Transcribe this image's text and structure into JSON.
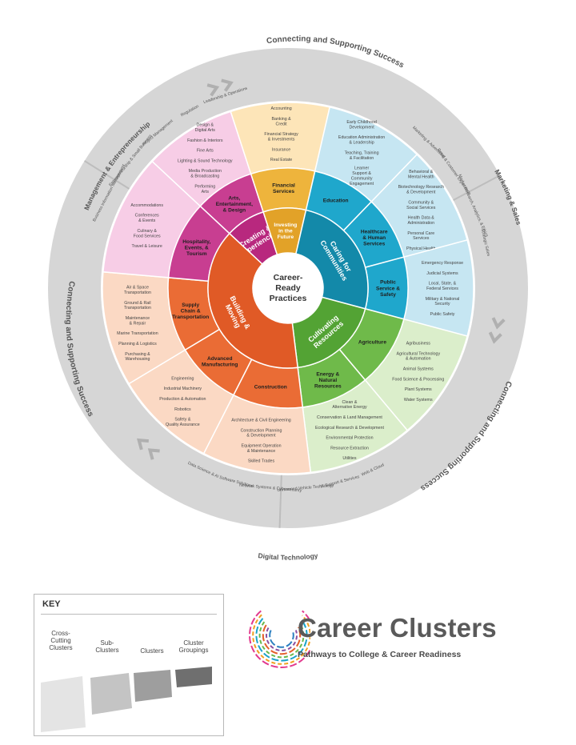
{
  "center": {
    "lines": [
      "Career-",
      "Ready",
      "Practices"
    ]
  },
  "cross_cutting": {
    "top": "Connecting and Supporting Success",
    "left": "Connecting and Supporting Success",
    "bottom_right": "Connecting and Supporting Success",
    "management": {
      "title": "Management & Entrepreneurship",
      "items": [
        "Business Information Management",
        "Entrepreneurship & Small Business",
        "Project Management",
        "Regulation",
        "Leadership & Operations"
      ]
    },
    "marketing": {
      "title": "Marketing & Sales",
      "items": [
        "Marketing & Advertising",
        "Retail & Customer Experience",
        "Market Research, Analytics, & Ethics",
        "Strategic Sales"
      ]
    },
    "digital": {
      "title": "Digital Technology",
      "items": [
        "Data Science & AI",
        "Software Solutions",
        "Network Systems & Cybersecurity",
        "Unmanned Vehicle Technology",
        "IT Support & Services",
        "Web & Cloud"
      ]
    }
  },
  "groupings": [
    {
      "id": "creating",
      "lines": [
        "Creating &",
        "Experiencing"
      ],
      "color": "#b8287e"
    },
    {
      "id": "investing",
      "lines": [
        "Investing",
        "in the",
        "Future"
      ],
      "color": "#e2a228"
    },
    {
      "id": "caring",
      "lines": [
        "Caring for",
        "Communities"
      ],
      "color": "#1389a9"
    },
    {
      "id": "cultivating",
      "lines": [
        "Cultivating",
        "Resources"
      ],
      "color": "#53a334"
    },
    {
      "id": "building",
      "lines": [
        "Building &",
        "Moving"
      ],
      "color": "#e05a26"
    }
  ],
  "clusters": [
    {
      "lines": [
        "Arts,",
        "Entertainment,",
        "& Design"
      ],
      "color": "#c83e91"
    },
    {
      "lines": [
        "Financial",
        "Services"
      ],
      "color": "#eeb43c"
    },
    {
      "lines": [
        "Education"
      ],
      "color": "#1fa7cc"
    },
    {
      "lines": [
        "Healthcare",
        "& Human",
        "Services"
      ],
      "color": "#1fa7cc"
    },
    {
      "lines": [
        "Public",
        "Service &",
        "Safety"
      ],
      "color": "#1fa7cc"
    },
    {
      "lines": [
        "Agriculture"
      ],
      "color": "#6fba4a"
    },
    {
      "lines": [
        "Energy &",
        "Natural",
        "Resources"
      ],
      "color": "#6fba4a"
    },
    {
      "lines": [
        "Construction"
      ],
      "color": "#ea6c35"
    },
    {
      "lines": [
        "Advanced",
        "Manufacturing"
      ],
      "color": "#ea6c35"
    },
    {
      "lines": [
        "Supply",
        "Chain &",
        "Transportation"
      ],
      "color": "#ea6c35"
    },
    {
      "lines": [
        "Hospitality,",
        "Events, &",
        "Tourism"
      ],
      "color": "#c83e91"
    }
  ],
  "subclusters": [
    {
      "color": "#f7cde6",
      "items": [
        "Design &|Digital Arts",
        "Fashion & Interiors",
        "Fine Arts",
        "Lighting & Sound Technology",
        "Media Production|& Broadcasting",
        "Performing|Arts"
      ]
    },
    {
      "color": "#fde5b8",
      "items": [
        "Accounting",
        "Banking &|Credit",
        "Financial Strategy|& Investments",
        "Insurance",
        "Real Estate"
      ]
    },
    {
      "color": "#c6e6f2",
      "items": [
        "Early Childhood|Development",
        "Education Administration|& Leadership",
        "Teaching, Training|& Facilitation",
        "Learner|Support &|Community|Engagement"
      ]
    },
    {
      "color": "#c6e6f2",
      "items": [
        "Behavioral &|Mental Health",
        "Biotechnology Research|& Development",
        "Community &|Social Services",
        "Health Data &|Administration",
        "Personal Care|Services",
        "Physical Health"
      ]
    },
    {
      "color": "#c6e6f2",
      "items": [
        "Emergency Response",
        "Judicial Systems",
        "Local, State, &|Federal Services",
        "Military & National|Security",
        "Public Safety"
      ]
    },
    {
      "color": "#dbeecb",
      "items": [
        "Agribusiness",
        "Agricultural Technology|& Automation",
        "Animal Systems",
        "Food Science & Processing",
        "Plant Systems",
        "Water Systems"
      ]
    },
    {
      "color": "#dbeecb",
      "items": [
        "Clean &|Alternative Energy",
        "Conservation & Land Management",
        "Ecological Research & Development",
        "Environmental Protection",
        "Resource Extraction",
        "Utilities"
      ]
    },
    {
      "color": "#fbd9c4",
      "items": [
        "Architecture & Civil Engineering",
        "Construction Planning|& Development",
        "Equipment Operation|& Maintenance",
        "Skilled Trades"
      ]
    },
    {
      "color": "#fbd9c4",
      "items": [
        "Engineering",
        "Industrial Machinery",
        "Production & Automation",
        "Robotics",
        "Safety &|Quality Assurance"
      ]
    },
    {
      "color": "#fbd9c4",
      "items": [
        "Air & Space|Transportation",
        "Ground & Rail|Transportation",
        "Maintenance|& Repair",
        "Marine Transportation",
        "Planning & Logistics",
        "Purchasing &|Warehousing"
      ]
    },
    {
      "color": "#f7cde6",
      "items": [
        "Accommodations",
        "Conferences|& Events",
        "Culinary &|Food Services",
        "Travel & Leisure"
      ]
    }
  ],
  "key": {
    "title": "KEY",
    "labels": [
      "Cross-|Cutting|Clusters",
      "Sub-|Clusters",
      "Clusters",
      "Cluster|Groupings"
    ],
    "colors": [
      "#e4e4e4",
      "#c4c4c4",
      "#9e9e9e",
      "#6f6f6f"
    ]
  },
  "brand": {
    "name": "Career Clusters",
    "tagline": "Pathways to College & Career Readiness"
  }
}
